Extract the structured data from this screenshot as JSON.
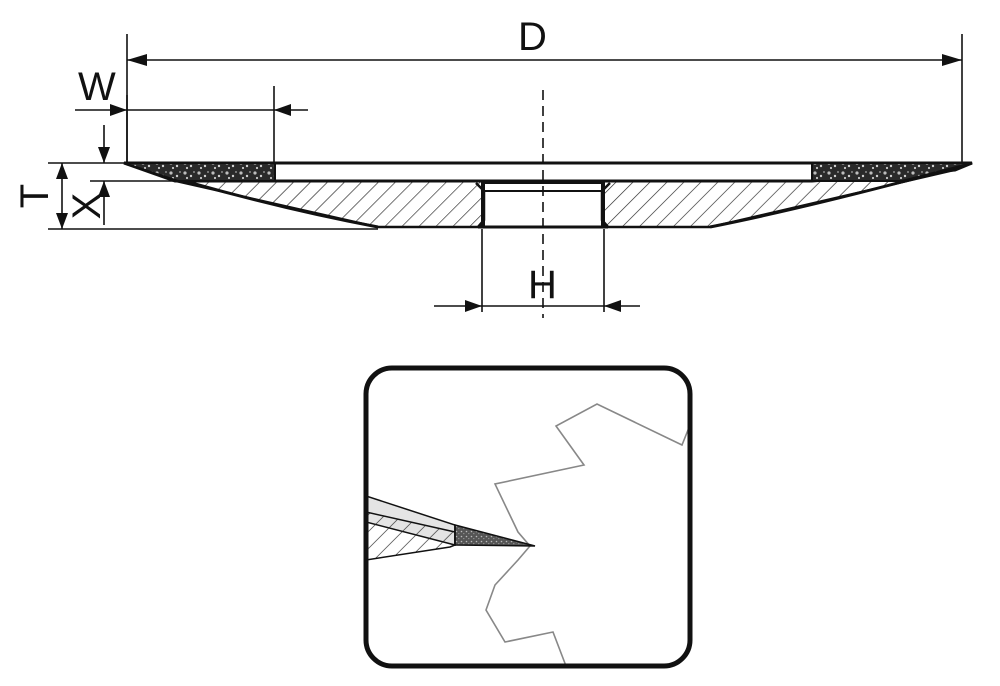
{
  "labels": {
    "D": "D",
    "W": "W",
    "T": "T",
    "X": "X",
    "H": "H"
  },
  "colors": {
    "line": "#111111",
    "hatch": "#222222",
    "abrasive": "#1a1a1a",
    "gear_outline": "#888888",
    "inset_frame": "#111111",
    "tool_body": "#e6e6e6"
  },
  "icons": {
    "inset": "gear-sharpening-detail"
  }
}
